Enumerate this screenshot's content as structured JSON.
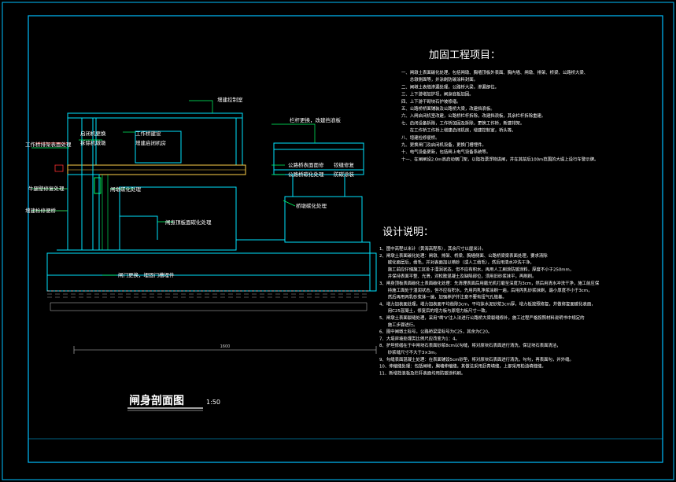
{
  "colors": {
    "background": "#000000",
    "frame": "#00bfff",
    "structure": "#00e5ff",
    "text": "#ffffff",
    "leader": "#00ff66",
    "dim": "#c8c8c8",
    "red": "#ff3030",
    "yellow": "#ffd24a"
  },
  "drawing": {
    "title": "闸身剖面图",
    "scale": "1:50",
    "dim_total": "1600",
    "labels": {
      "roof_reinforce": "增建控制室",
      "railing_reinforce": "栏杆更换，改建挡浪板",
      "crane_replace": "启闭机更换",
      "crane_base": "拆除机墩墩",
      "bridge_surface": "工作桥建设",
      "crane_room": "增建启闭机房",
      "left_top": "工作桥排架表面处理",
      "pier_reinforce": "牛腿壁修复处理",
      "anchor": "增建检修便桥",
      "pier_carbon": "闸墩碳化处理",
      "road_plate": "公路桥表面面修",
      "road_joint": "铰缝修复",
      "road_carbon": "公路桥碳化处理",
      "road_add": "防碳涂装",
      "pier_right": "桥墩碳化处理",
      "slab_repair": "闸身顶板面碳化处理",
      "gate_replace": "闸门更换，埋固门槽埋件"
    }
  },
  "projects": {
    "title": "加固工程项目：",
    "items": [
      "一、闸墩土表面碳化处理，包括闸墩、胸墙顶板外表面、胸内墙、闸墩、排架、桥梁、公路桥大梁、",
      "　　总墩侧面等，并涂刷防碳涂料封面。",
      "二、闸墩土表缝渗漏处理，公路桥大梁，渗漏部位。",
      "三、上下游增加护坦，闸身底板加固。",
      "四、上下游干砌块石护坡修缮。",
      "五、公路桥桥面铺装及公路桥大梁，改建挡浪板。",
      "六、入闸启闭机室改建，公路桥栏杆拆除，改建挡浪板，其余栏杆拆除重建。",
      "七、启闭设备拆除，工作桥加固及拆除，更换工作桥，新建排架。",
      "　　在工作桥工作桥上增建启闭机房，增建控制室，桥头等。",
      "八、增建检修便桥。",
      "九、更换闸门及启闭机设备，更换门槽埋件。",
      "十、电气设备更新，包括闸上电气设备系统等。",
      "十一、在闸闸设2.0m高启动钢门架，以阻挡漂浮物进闸，并在其前后100m范围的大堤上设行车警示牌。"
    ]
  },
  "notes": {
    "title": "设计说明：",
    "items": [
      "1、图中高程以米计（黄海高程系），其余尺寸以厘米计。",
      "2、闸墩土表面碳化处理：闸墩、排架、桥梁、胸墙侧面、公路桥梁梁表面处理，要求清除",
      "　　碳化面层后，凿毛，并对表面加以喷砂（或人工凿毛），然后用清水冲洗干净，",
      "　　施工前应仔细施工区处于湿润状态，但不应有积水，再用人工刷涂防碳涂料，厚度不小于250mm，",
      "　　并保持表面平整、光滑，对松散混凝土及缺陷部位，须用旧砂浆抹平，再刷刷。",
      "3、闸身顶板表面碳化土表面碳化处理：先清理表面后用磨光机打磨至深度为3cm，然后用清水冲洗干净，施工前应保",
      "　　持施工面处于湿润状态，但不应有积水，先用丙乳净浆涂刷一遍，后用丙乳砂浆抹刷，最小厚度不小于3cm，",
      "　　然后再用丙乳砂浆抹一遍，加强养护并注意不要有扭气孔缝基。",
      "4、增力加表面处理，增力加表面平均凿除3cm，平均抹水泥砂浆3cm厚，增力板按照修复，并做修复面碳化表面，",
      "　　用C25混凝土，修复后的增力板与原增力板尺寸一致。",
      "5、闸墩土表面裂缝处理，采用\"凿'V'注入法进行公路桥大梁裂缝修补，施工过程严格按照材料说明书中规定的",
      "　　施工步骤进行。",
      "6、图中闸墩土标号，公路桥梁梁标号为C25，其余为C20。",
      "7、大堤岸坡处理类比例尺应改变为1：4。",
      "8、护坦修缮在于中闸块石表面砂浆8cm以勾缝，将对原块石表面进行清洗，保证块石表面清洁，",
      "　　砂浆缝尺寸不大于3×3m。",
      "9、勾缝表面混凝土处理：在表面铺设5cm砂垫，将对原块石表面进行清洗，勾勾，再表面勾，并外缝。",
      "10、伸缩缝处理：包括闸墩，胸墙伸缩缝，其做法采用沥青填缝，上部采用柏油填缝缝。",
      "11、新增挡浪板及栏杆表面均用防碳涂料刷。"
    ]
  }
}
